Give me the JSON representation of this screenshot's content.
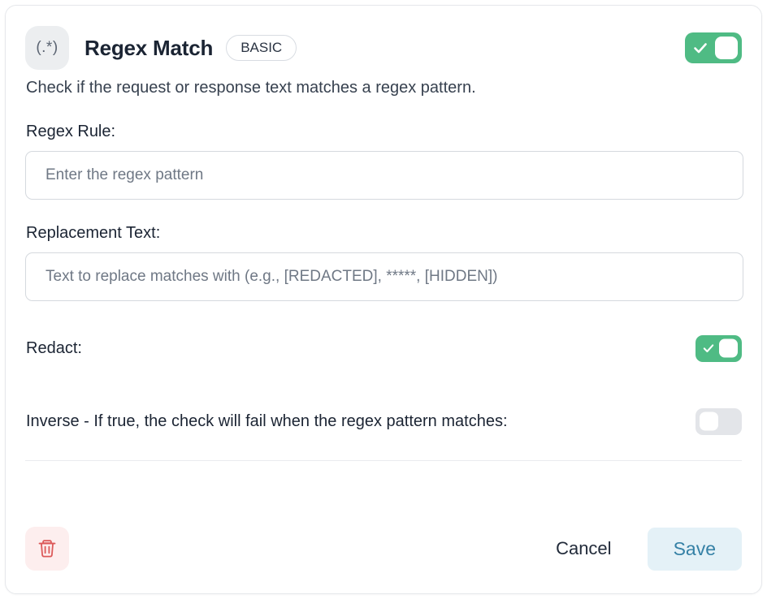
{
  "card": {
    "header": {
      "icon_glyph": "(.*)",
      "icon_name": "regex-icon",
      "title": "Regex Match",
      "badge": "BASIC",
      "enabled_toggle": {
        "state": "on",
        "color": "#4fbb84"
      }
    },
    "description": "Check if the request or response text matches a regex pattern.",
    "fields": [
      {
        "label": "Regex Rule:",
        "value": "",
        "placeholder": "Enter the regex pattern"
      },
      {
        "label": "Replacement Text:",
        "value": "",
        "placeholder": "Text to replace matches with (e.g., [REDACTED], *****, [HIDDEN])"
      }
    ],
    "switches": [
      {
        "label": "Redact:",
        "state": "on",
        "color": "#4fbb84"
      },
      {
        "label": "Inverse - If true, the check will fail when the regex pattern matches:",
        "state": "off",
        "color": "#e3e5e9"
      }
    ],
    "footer": {
      "delete_label": "delete",
      "cancel_label": "Cancel",
      "save_label": "Save",
      "save_bg": "#e4f1f7",
      "save_color": "#3581a6",
      "delete_bg": "#fdeeee",
      "delete_color": "#dc5a5a"
    }
  }
}
